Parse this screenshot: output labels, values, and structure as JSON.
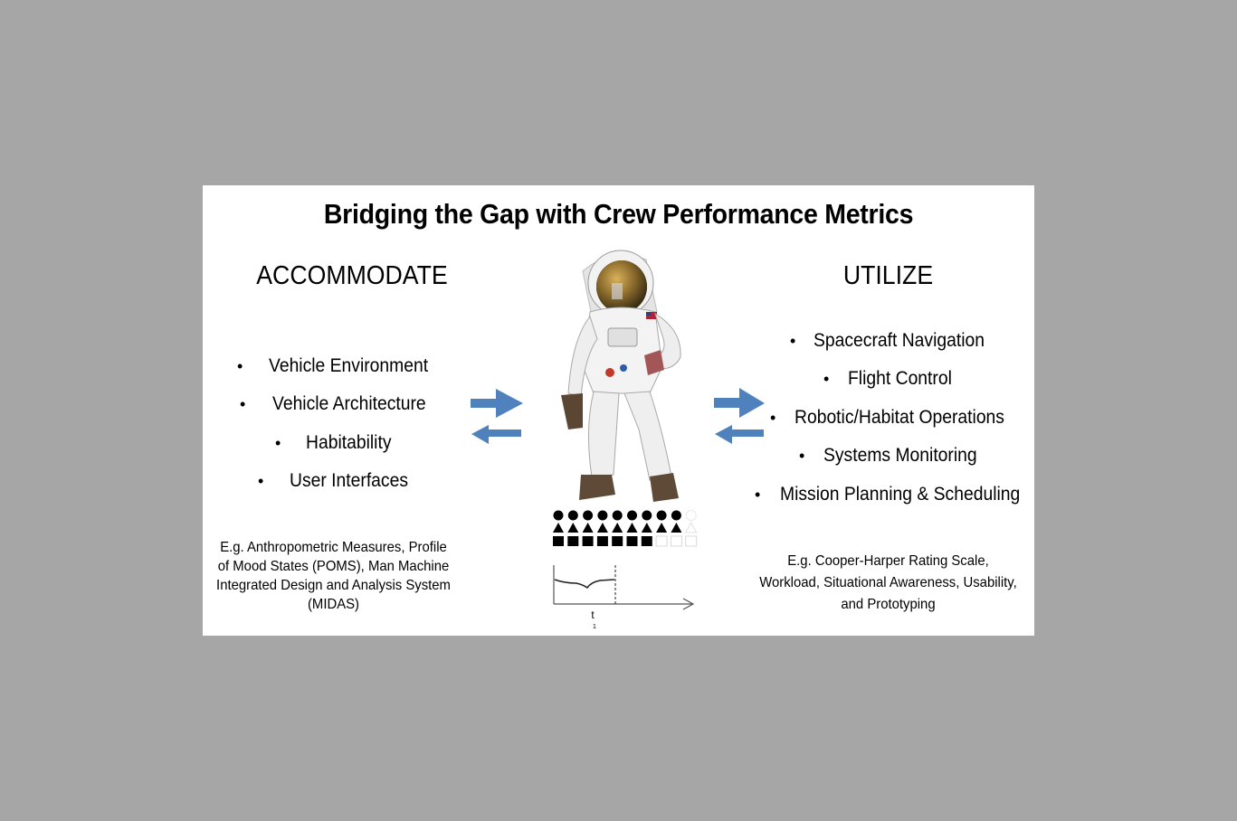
{
  "title": "Bridging the Gap with Crew Performance Metrics",
  "left": {
    "heading": "ACCOMMODATE",
    "items": [
      "Vehicle Environment",
      "Vehicle Architecture",
      "Habitability",
      "User Interfaces"
    ],
    "note": "E.g. Anthropometric Measures, Profile of Mood States (POMS), Man Machine Integrated Design and Analysis System (MIDAS)"
  },
  "right": {
    "heading": "UTILIZE",
    "items": [
      "Spacecraft Navigation",
      "Flight Control",
      "Robotic/Habitat Operations",
      "Systems Monitoring",
      "Mission Planning & Scheduling"
    ],
    "note": "E.g. Cooper-Harper Rating Scale, Workload, Situational Awareness, Usability, and Prototyping"
  },
  "bullet": "•",
  "graph": {
    "t_label": "t",
    "sub_label": "1"
  },
  "icons": {
    "center": "astronaut-image",
    "arrows": "bidirectional-arrows-icon",
    "shapes": "crew-shape-grid-icon",
    "graph": "performance-timeline-graph"
  },
  "colors": {
    "arrow": "#4f81bd",
    "background": "#a6a6a6",
    "slide": "#ffffff"
  },
  "shape_grid": {
    "filled_columns": 9,
    "total_columns": 10
  }
}
